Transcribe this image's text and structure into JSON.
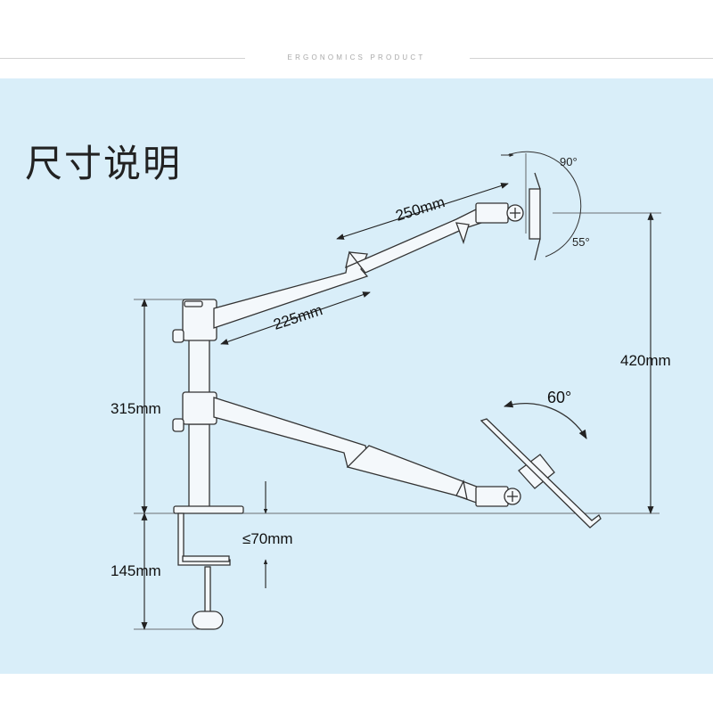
{
  "header": {
    "brand_text": "ERGONOMICS PRODUCT"
  },
  "title": "尺寸说明",
  "dimensions": {
    "upper_arm_length": "250mm",
    "lower_arm_length": "225mm",
    "pole_height": "315mm",
    "clamp_height": "145mm",
    "clamp_thickness": "≤70mm",
    "vertical_span": "420mm"
  },
  "angles": {
    "tilt_up": "90°",
    "tilt_down": "55°",
    "tray_rotation": "60°"
  },
  "colors": {
    "background_panel": "#d9eef9",
    "line": "#333333"
  }
}
